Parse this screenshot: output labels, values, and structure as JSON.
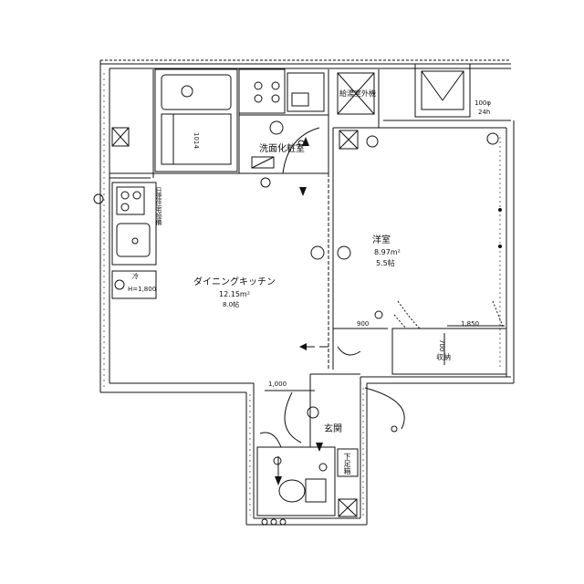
{
  "rooms": {
    "dining_kitchen": {
      "name": "ダイニングキッチン",
      "area": "12.15m²",
      "tatami": "8.0帖"
    },
    "western_room": {
      "name": "洋室",
      "area": "8.97m²",
      "tatami": "5.5帖"
    },
    "washroom": {
      "name": "洗面化粧室"
    },
    "entrance": {
      "name": "玄関"
    },
    "storage": {
      "name": "収納"
    },
    "shoe_box": {
      "name": "下足箱"
    },
    "outdoor_unit": {
      "name": "給湯室外機"
    }
  },
  "bath": {
    "unit_code": "1014"
  },
  "fridge": {
    "label": "冷",
    "height": "H=1,800"
  },
  "dimensions": {
    "d900": "900",
    "d1850": "1,850",
    "d700": "700",
    "d1000": "1,000"
  },
  "ventilation": {
    "size": "100φ",
    "hours": "24h"
  },
  "misc": {
    "note_vertical": "日建住宅設備"
  }
}
